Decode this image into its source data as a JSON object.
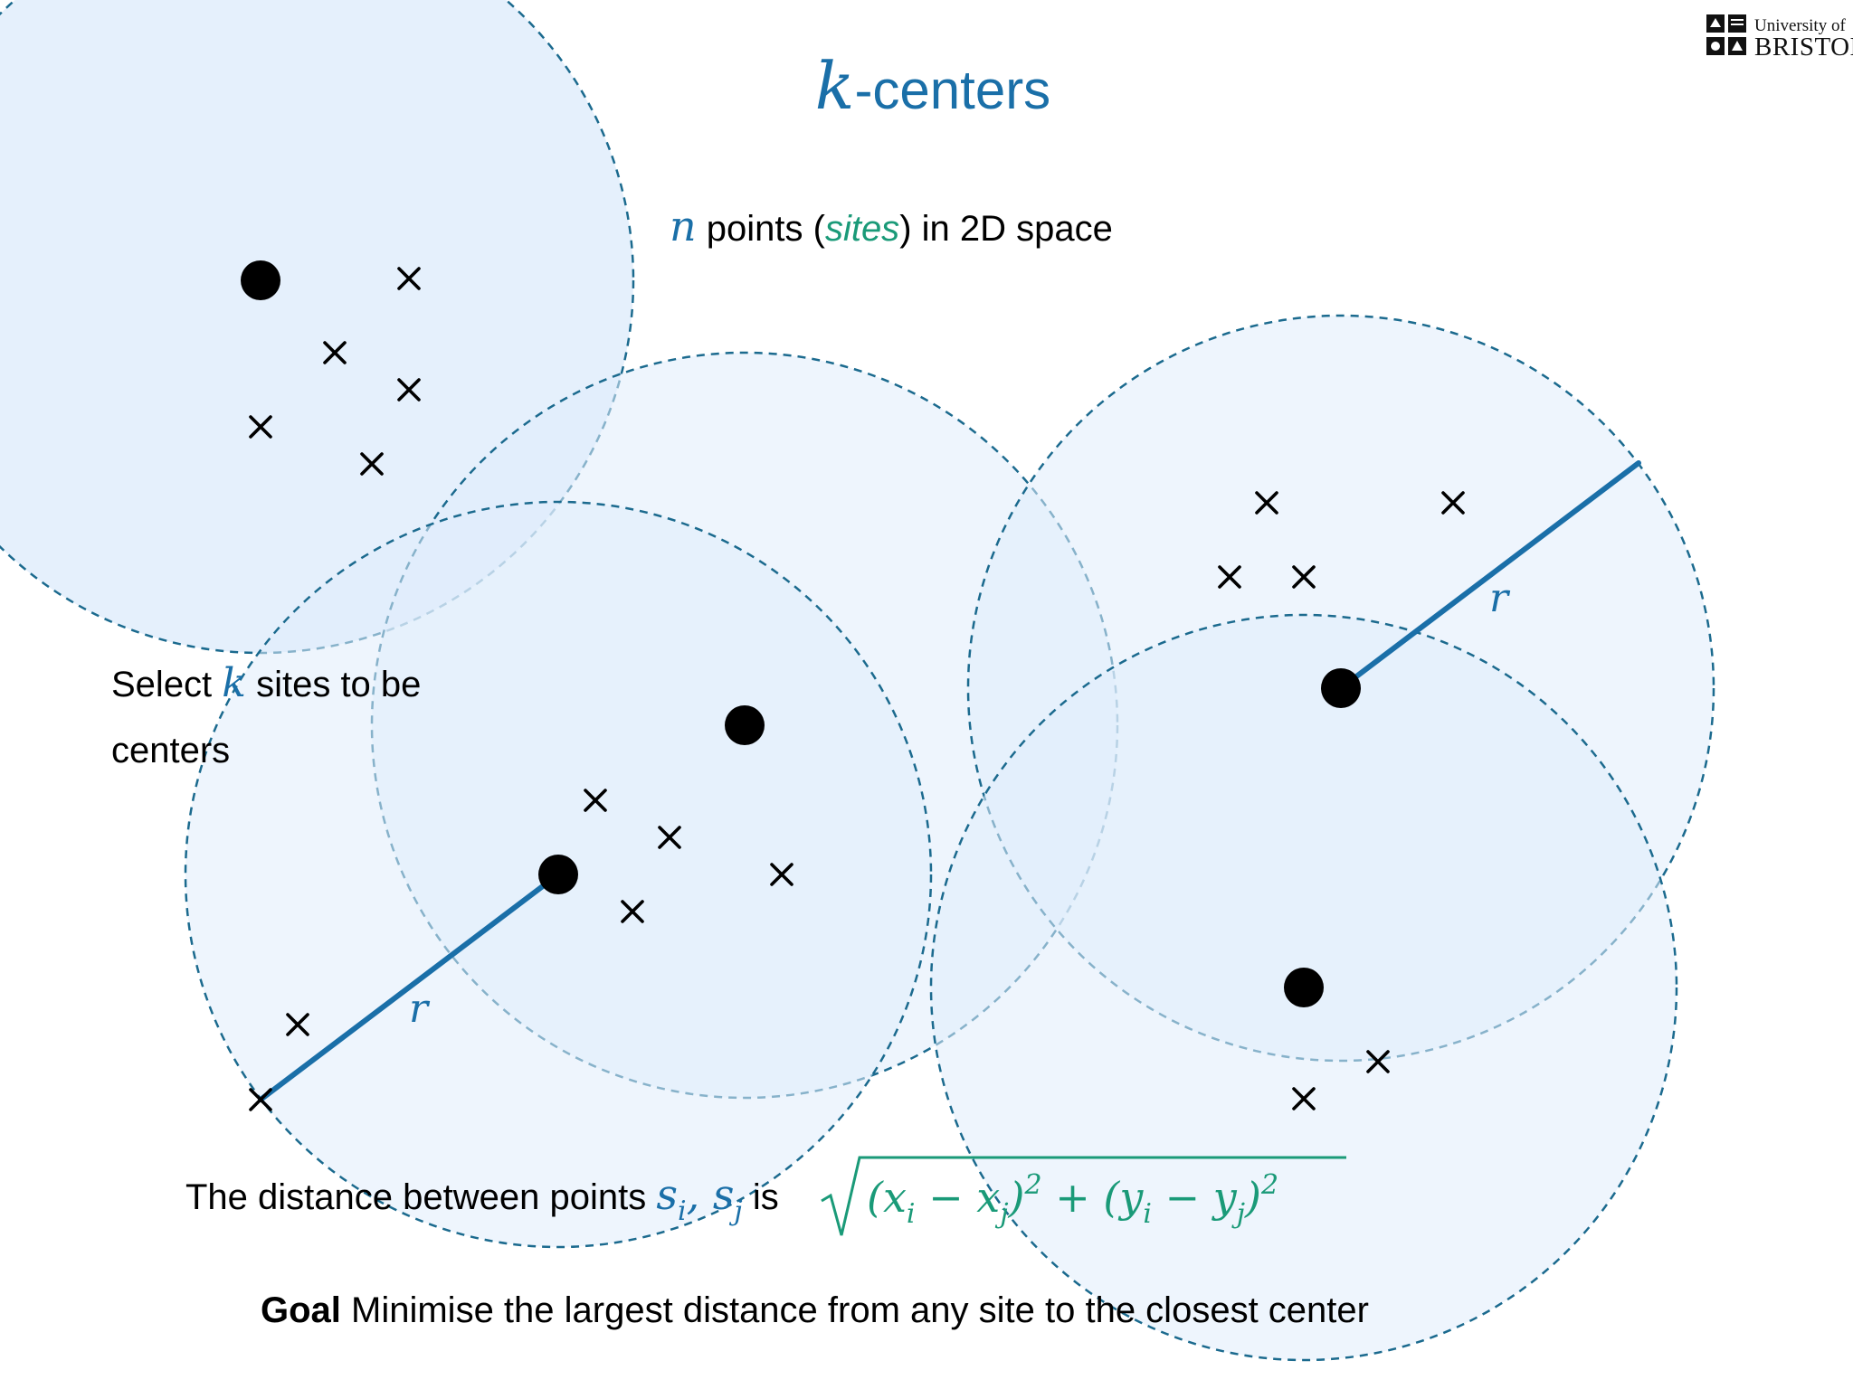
{
  "title": {
    "symbol": "k",
    "text": "-centers"
  },
  "logo": {
    "line1": "University of",
    "line2": "BRISTOL"
  },
  "bullets": {
    "sites": {
      "symbol": "n",
      "before": " points (",
      "emph": "sites",
      "after": ") in 2D space"
    },
    "select": {
      "line1_before": "Select ",
      "symbol": "k",
      "line1_after": " sites to be",
      "line2": "centers"
    },
    "distance": {
      "before": "The distance between points ",
      "s_i": "s",
      "s_i_sub": "i",
      "comma": ", ",
      "s_j": "s",
      "s_j_sub": "j",
      "is": " is ",
      "formula": "(x",
      "f_i1": "i",
      "f_minus1": " − x",
      "f_j1": "j",
      "f_close1": ")",
      "f_sq1": "2",
      "f_plus": " + (y",
      "f_i2": "i",
      "f_minus2": " − y",
      "f_j2": "j",
      "f_close2": ")",
      "f_sq2": "2"
    },
    "goal": {
      "bold": "Goal",
      "text": " Minimise the largest distance from any site to the closest center"
    }
  },
  "radius_label": "r",
  "colors": {
    "accent": "#1a6fa8",
    "green": "#1a9a78",
    "circle_fill": "#e0edfc",
    "circle_stroke": "#1b6a8e",
    "marker": "#000000"
  },
  "icons": [
    "site-cross-icon",
    "center-dot-icon",
    "university-crest-icon"
  ]
}
